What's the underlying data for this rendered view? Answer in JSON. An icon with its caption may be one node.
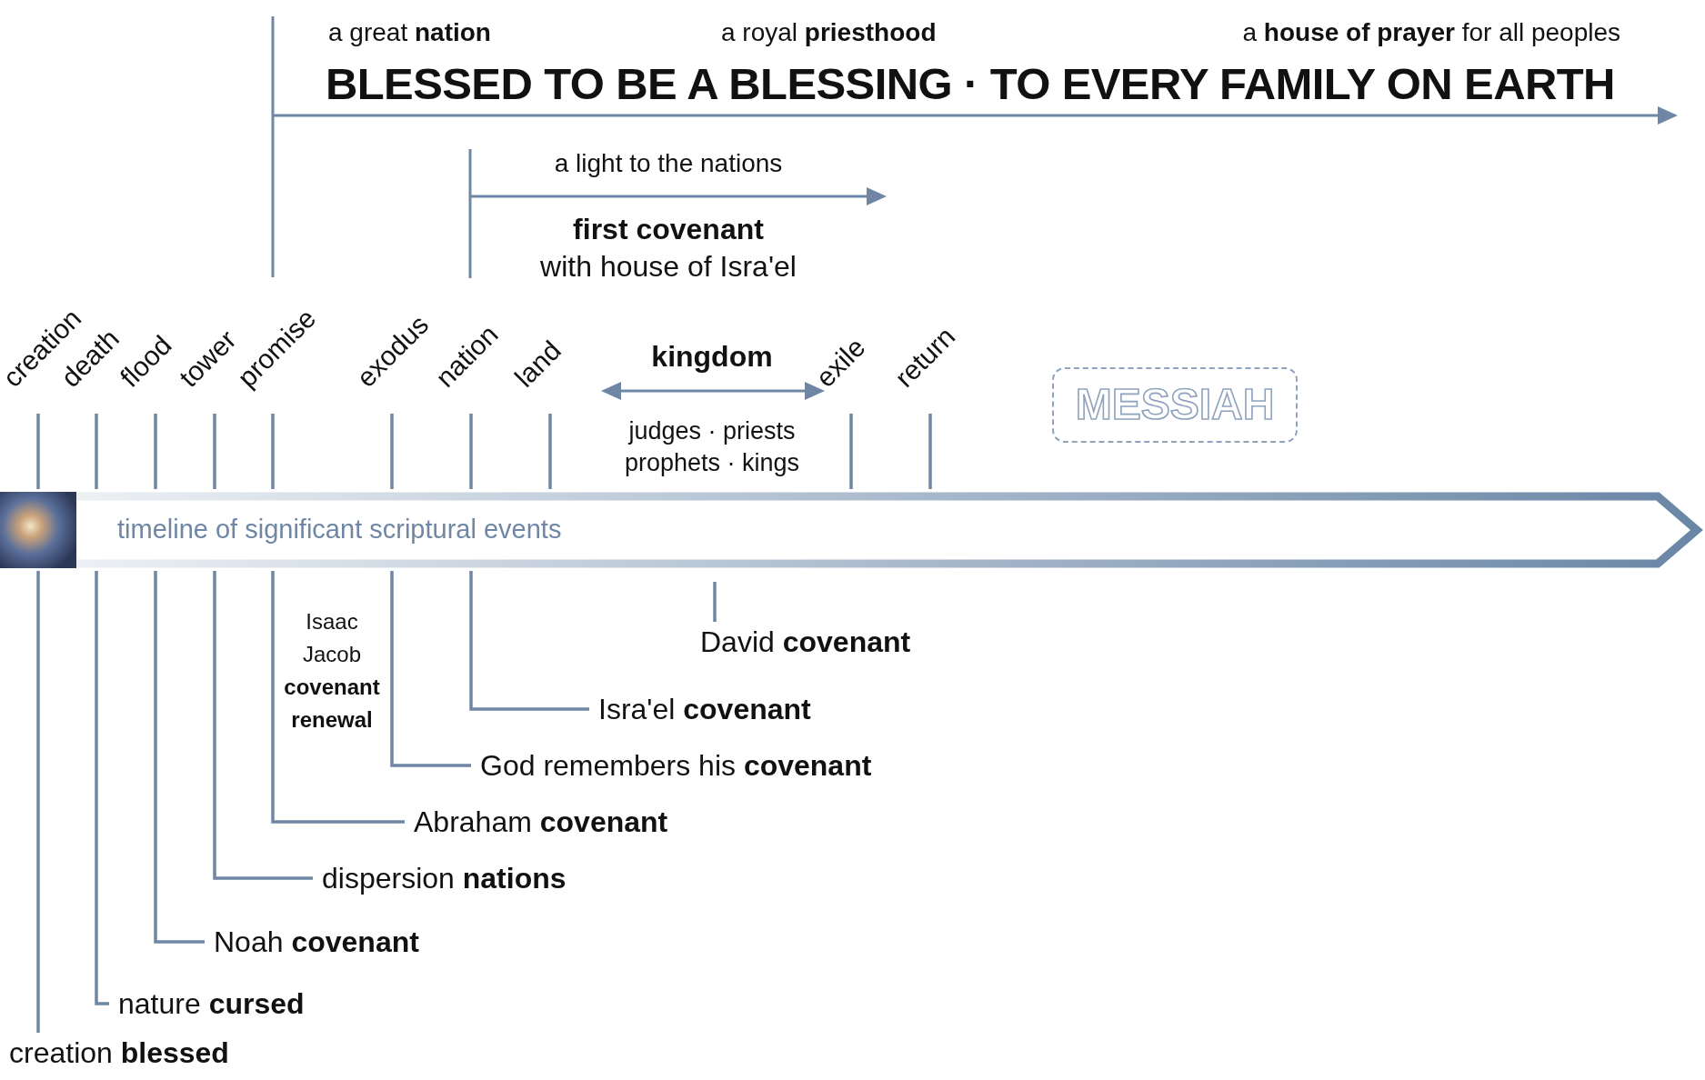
{
  "diagram": {
    "title": "BLESSED TO BE A BLESSING · TO EVERY FAMILY ON EARTH",
    "nodes": [
      {
        "text": [
          "timeline of significant scriptural events"
        ]
      },
      {
        "text": [
          "creation"
        ]
      },
      {
        "text": [
          "death"
        ]
      },
      {
        "text": [
          "flood"
        ]
      },
      {
        "text": [
          "tower"
        ]
      },
      {
        "text": [
          "promise"
        ]
      },
      {
        "text": [
          "exodus"
        ]
      },
      {
        "text": [
          "nation"
        ]
      },
      {
        "text": [
          "land"
        ]
      },
      {
        "text": [
          "exile"
        ]
      },
      {
        "text": [
          "return"
        ]
      },
      {
        "text": [
          "MESSIAH"
        ]
      },
      {
        "text": [
          "creation **blessed**"
        ]
      },
      {
        "text": [
          "nature **cursed**"
        ]
      },
      {
        "text": [
          "Noah **covenant**"
        ]
      },
      {
        "text": [
          "dispersion **nations**"
        ]
      },
      {
        "text": [
          "Abraham **covenant**"
        ]
      },
      {
        "text": [
          "God remembers his **covenant**"
        ]
      },
      {
        "text": [
          "Isra'el **covenant**"
        ]
      },
      {
        "text": [
          "David **covenant**"
        ]
      }
    ],
    "edges": [
      {
        "from": 1,
        "to": 0,
        "arrow": "none"
      },
      {
        "from": 2,
        "to": 0,
        "arrow": "none"
      },
      {
        "from": 3,
        "to": 0,
        "arrow": "none"
      },
      {
        "from": 4,
        "to": 0,
        "arrow": "none"
      },
      {
        "from": 5,
        "to": 0,
        "arrow": "none"
      },
      {
        "from": 6,
        "to": 0,
        "arrow": "none"
      },
      {
        "from": 7,
        "to": 0,
        "arrow": "none"
      },
      {
        "from": 8,
        "to": 0,
        "arrow": "none"
      },
      {
        "from": 9,
        "to": 0,
        "arrow": "none"
      },
      {
        "from": 10,
        "to": 0,
        "arrow": "none"
      },
      {
        "from": 0,
        "to": 12,
        "arrow": "none"
      },
      {
        "from": 0,
        "to": 13,
        "arrow": "none"
      },
      {
        "from": 0,
        "to": 14,
        "arrow": "none"
      },
      {
        "from": 0,
        "to": 15,
        "arrow": "none"
      },
      {
        "from": 0,
        "to": 16,
        "arrow": "none"
      },
      {
        "from": 0,
        "to": 17,
        "arrow": "none"
      },
      {
        "from": 0,
        "to": 18,
        "arrow": "none"
      },
      {
        "from": 0,
        "to": 19,
        "arrow": "none"
      }
    ],
    "labels": [
      "a great **nation**",
      "a royal **priesthood**",
      "a **house of prayer** for all peoples",
      "a light to the nations",
      "first covenant",
      "with house of Isra'el",
      "kingdom",
      "judges · priests",
      "prophets · kings",
      "Isaac Jacob **covenant** **renewal**"
    ]
  }
}
